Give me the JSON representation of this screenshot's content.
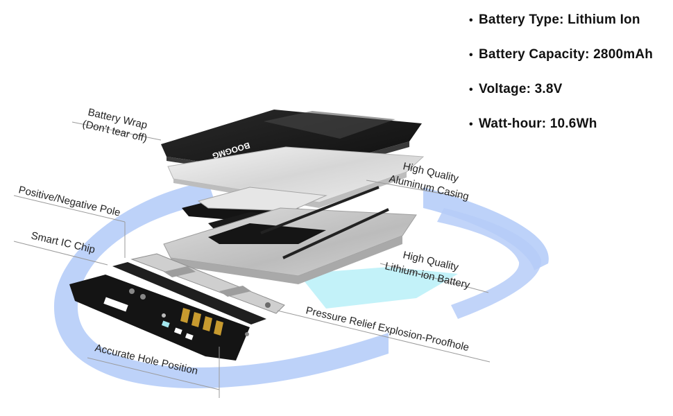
{
  "specs": [
    {
      "label": "Battery Type",
      "value": "Lithium Ion",
      "text": "Battery Type: Lithium Ion"
    },
    {
      "label": "Battery Capacity",
      "value": "2800mAh",
      "text": "Battery Capacity: 2800mAh"
    },
    {
      "label": "Voltage",
      "value": "3.8V",
      "text": "Voltage: 3.8V"
    },
    {
      "label": "Watt-hour",
      "value": "10.6Wh",
      "text": "Watt-hour: 10.6Wh"
    }
  ],
  "bullet": "•",
  "callouts": {
    "battery_wrap_line1": "Battery Wrap",
    "battery_wrap_line2": "(Don't tear off)",
    "aluminum_casing_line1": "High Quality",
    "aluminum_casing_line2": "Aluminum Casing",
    "pole": "Positive/Negative Pole",
    "smart_ic": "Smart IC Chip",
    "lithium_battery_line1": "High Quality",
    "lithium_battery_line2": "Lithium-ion Battery",
    "pressure_relief": "Pressure Relief Explosion-Proofhole",
    "hole_position": "Accurate Hole Position"
  },
  "brand_mark": "BOOGMG",
  "colors": {
    "ring": "#b6cdf8",
    "accent_cyan": "#bdf1f8",
    "wrap": "#1b1b1b",
    "casing": "#d9d9d9",
    "cell": "#c7c7c7",
    "board": "#1a1a1a",
    "contacts": "#c79a2f"
  }
}
